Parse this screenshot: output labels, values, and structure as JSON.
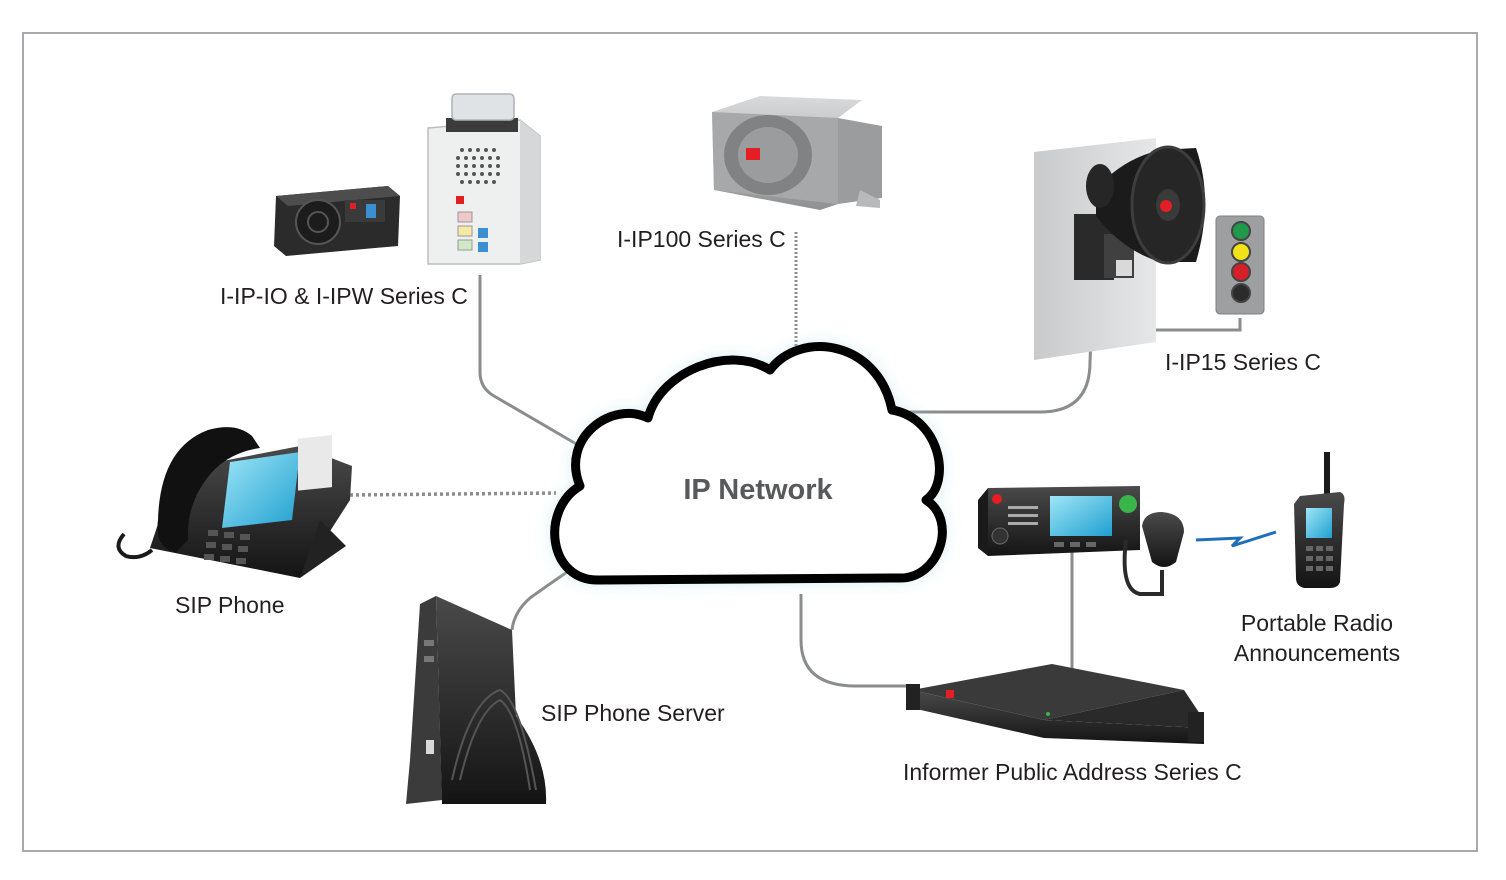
{
  "diagram": {
    "center": {
      "label": "IP Network"
    },
    "devices": [
      {
        "id": "io",
        "label": "I-IP-IO & I-IPW Series C"
      },
      {
        "id": "ip100",
        "label": "I-IP100 Series C"
      },
      {
        "id": "ip15",
        "label": "I-IP15 Series C"
      },
      {
        "id": "phone",
        "label": "SIP Phone"
      },
      {
        "id": "server",
        "label": "SIP Phone Server"
      },
      {
        "id": "informer",
        "label": "Informer Public Address Series C"
      },
      {
        "id": "radio",
        "label_line1": "Portable Radio",
        "label_line2": "Announcements"
      }
    ],
    "colors": {
      "frame": "#a7a9ac",
      "link": "#8a8c8e",
      "cloud_glow": "#bfe3ec",
      "text": "#231f20",
      "accent": "#e31e24",
      "radio_signal": "#1e6fb8"
    }
  }
}
